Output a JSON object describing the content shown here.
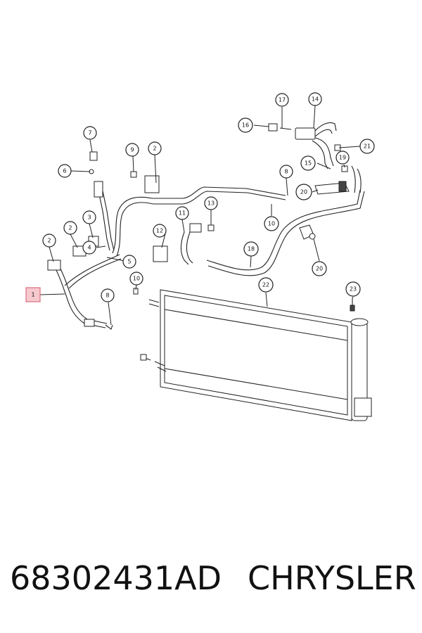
{
  "diagram": {
    "highlighted_callout": "1",
    "callouts": [
      {
        "id": "c1",
        "label": "1"
      },
      {
        "id": "c2a",
        "label": "2"
      },
      {
        "id": "c2b",
        "label": "2"
      },
      {
        "id": "c2c",
        "label": "2"
      },
      {
        "id": "c3",
        "label": "3"
      },
      {
        "id": "c4",
        "label": "4"
      },
      {
        "id": "c5",
        "label": "5"
      },
      {
        "id": "c6",
        "label": "6"
      },
      {
        "id": "c7",
        "label": "7"
      },
      {
        "id": "c8a",
        "label": "8"
      },
      {
        "id": "c8b",
        "label": "8"
      },
      {
        "id": "c9",
        "label": "9"
      },
      {
        "id": "c10a",
        "label": "10"
      },
      {
        "id": "c10b",
        "label": "10"
      },
      {
        "id": "c11",
        "label": "11"
      },
      {
        "id": "c12",
        "label": "12"
      },
      {
        "id": "c13",
        "label": "13"
      },
      {
        "id": "c14",
        "label": "14"
      },
      {
        "id": "c15",
        "label": "15"
      },
      {
        "id": "c16",
        "label": "16"
      },
      {
        "id": "c17",
        "label": "17"
      },
      {
        "id": "c18",
        "label": "18"
      },
      {
        "id": "c19",
        "label": "19"
      },
      {
        "id": "c20a",
        "label": "20"
      },
      {
        "id": "c20b",
        "label": "20"
      },
      {
        "id": "c21",
        "label": "21"
      },
      {
        "id": "c22",
        "label": "22"
      },
      {
        "id": "c23",
        "label": "23"
      }
    ]
  },
  "footer": {
    "part_number": "68302431AD",
    "brand": "CHRYSLER"
  }
}
